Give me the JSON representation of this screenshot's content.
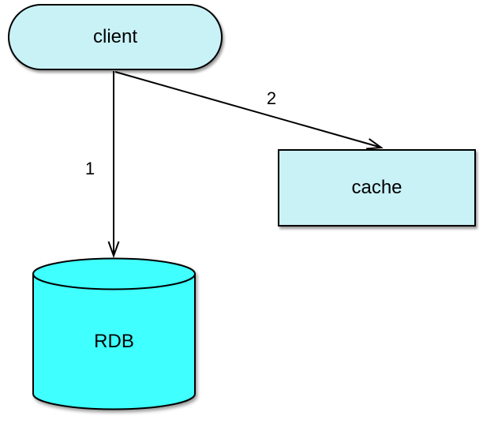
{
  "diagram": {
    "nodes": [
      {
        "id": "client",
        "label": "client",
        "shape": "stadium"
      },
      {
        "id": "cache",
        "label": "cache",
        "shape": "rectangle"
      },
      {
        "id": "rdb",
        "label": "RDB",
        "shape": "cylinder"
      }
    ],
    "edges": [
      {
        "from": "client",
        "to": "rdb",
        "label": "1"
      },
      {
        "from": "client",
        "to": "cache",
        "label": "2"
      }
    ],
    "colors": {
      "node_fill": "#c9f2f7",
      "cylinder_fill": "#3fffff",
      "stroke": "#000000",
      "background": "#ffffff"
    }
  }
}
